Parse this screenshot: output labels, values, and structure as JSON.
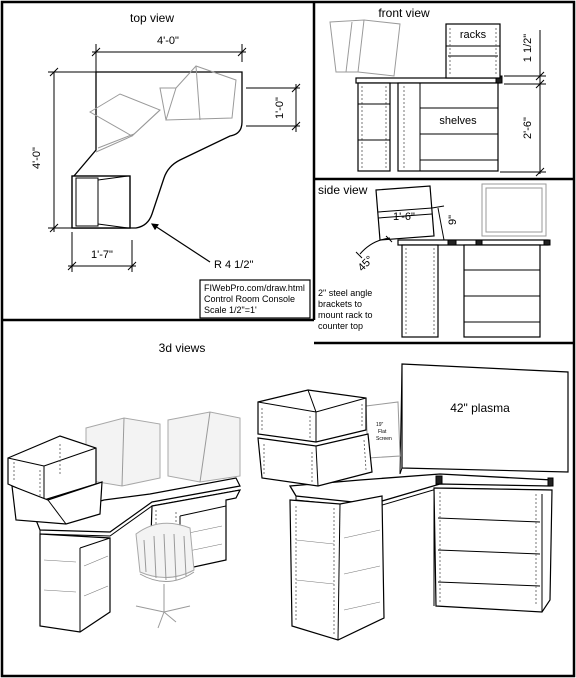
{
  "panels": {
    "top_view": {
      "title": "top view",
      "dim_width": "4'-0\"",
      "dim_height": "4'-0\"",
      "dim_depth": "1'-0\"",
      "dim_bottom": "1'-7\"",
      "radius": "R 4 1/2\""
    },
    "credit": {
      "line1": "FIWebPro.com/draw.html",
      "line2": "Control Room Console",
      "line3": "Scale 1/2\"=1'"
    },
    "front_view": {
      "title": "front view",
      "racks_label": "racks",
      "shelves_label": "shelves",
      "dim_upper": "1 1/2\"",
      "dim_lower": "2'-6\""
    },
    "side_view": {
      "title": "side view",
      "dim_depth": "1'-6\"",
      "dim_height": "9\"",
      "angle": "45°",
      "note_lines": [
        "2\" steel angle",
        "brackets to",
        "mount rack to",
        "counter top"
      ]
    },
    "views_3d": {
      "title": "3d views",
      "plasma_label": "42\" plasma",
      "flat_screen_lines": [
        "19\"",
        "Flat",
        "Screen"
      ]
    }
  }
}
